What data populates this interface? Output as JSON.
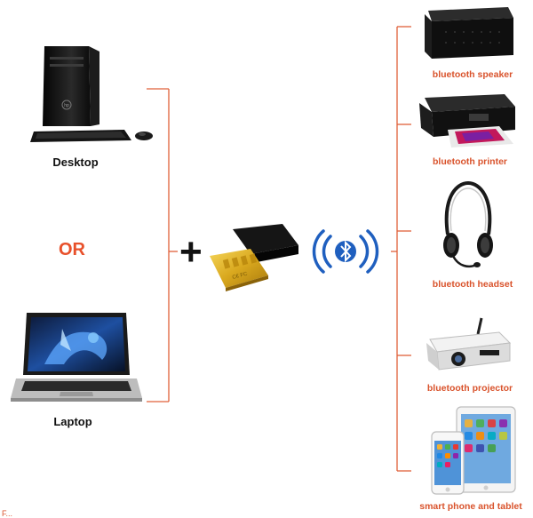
{
  "left_devices": [
    {
      "label": "Desktop",
      "icon": "desktop-pc-icon"
    },
    {
      "label": "Laptop",
      "icon": "laptop-icon"
    }
  ],
  "or_label": "OR",
  "plus_symbol": "+",
  "adapter": {
    "icon": "usb-bluetooth-adapter-icon"
  },
  "bluetooth_signal": {
    "icon": "bluetooth-signal-icon"
  },
  "right_devices": [
    {
      "label": "bluetooth speaker",
      "icon": "speaker-icon"
    },
    {
      "label": "bluetooth printer",
      "icon": "printer-icon"
    },
    {
      "label": "bluetooth headset",
      "icon": "headset-icon"
    },
    {
      "label": "bluetooth projector",
      "icon": "projector-icon"
    },
    {
      "label": "smart phone and tablet",
      "icon": "phone-tablet-icon"
    }
  ],
  "footer_mark": "F...",
  "colors": {
    "connector_line": "#e0603a",
    "label_accent": "#d9532c",
    "or_color": "#e8512b",
    "bluetooth_blue": "#1f5fbf",
    "gold": "#d9a81e"
  }
}
